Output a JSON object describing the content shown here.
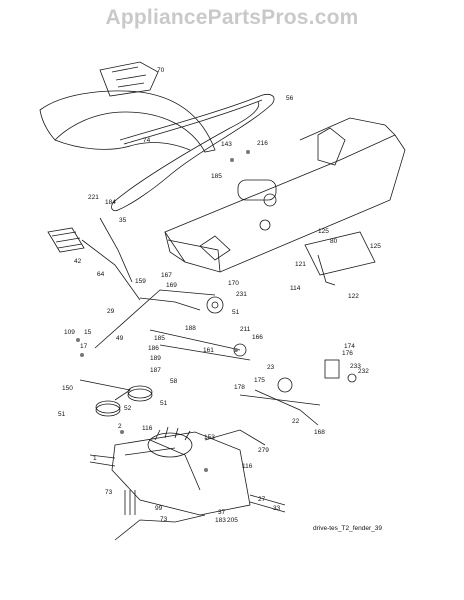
{
  "watermark": "AppliancePartsPros.com",
  "caption": "drive-tes_T2_fender_39",
  "callouts": [
    "70",
    "56",
    "74",
    "143",
    "216",
    "185",
    "221",
    "184",
    "35",
    "42",
    "64",
    "125",
    "80",
    "125",
    "121",
    "114",
    "122",
    "167",
    "159",
    "169",
    "170",
    "231",
    "51",
    "29",
    "188",
    "211",
    "166",
    "109",
    "15",
    "17",
    "185",
    "186",
    "189",
    "161",
    "176",
    "174",
    "233",
    "232",
    "49",
    "187",
    "23",
    "175",
    "178",
    "150",
    "58",
    "51",
    "52",
    "51",
    "22",
    "168",
    "2",
    "116",
    "153",
    "279",
    "1",
    "116",
    "73",
    "99",
    "37",
    "27",
    "33",
    "73",
    "183",
    "205"
  ],
  "colors": {
    "line": "#1a1a1a",
    "watermark": "#c9c9c9",
    "shade": "#777777"
  }
}
